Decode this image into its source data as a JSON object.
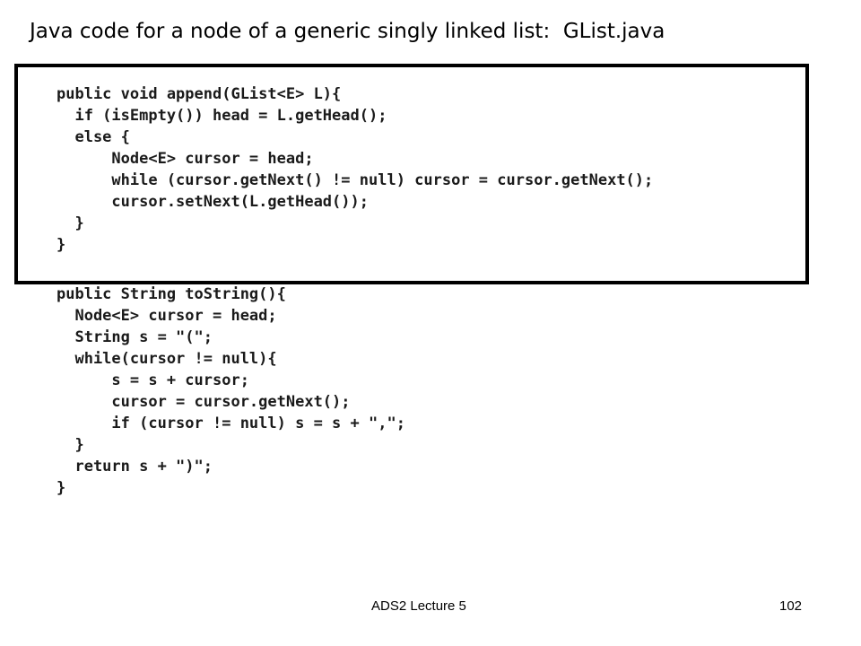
{
  "title": "Java code for a node of a generic singly linked list:  GList.java",
  "code_highlighted": [
    "public void append(GList<E> L){",
    "  if (isEmpty()) head = L.getHead();",
    "  else {",
    "      Node<E> cursor = head;",
    "      while (cursor.getNext() != null) cursor = cursor.getNext();",
    "      cursor.setNext(L.getHead());",
    "  }",
    "}"
  ],
  "code_rest": [
    "public String toString(){",
    "  Node<E> cursor = head;",
    "  String s = \"(\";",
    "  while(cursor != null){",
    "      s = s + cursor;",
    "      cursor = cursor.getNext();",
    "      if (cursor != null) s = s + \",\";",
    "  }",
    "  return s + \")\";",
    "}"
  ],
  "footer": {
    "label": "ADS2 Lecture 5",
    "page": "102"
  }
}
